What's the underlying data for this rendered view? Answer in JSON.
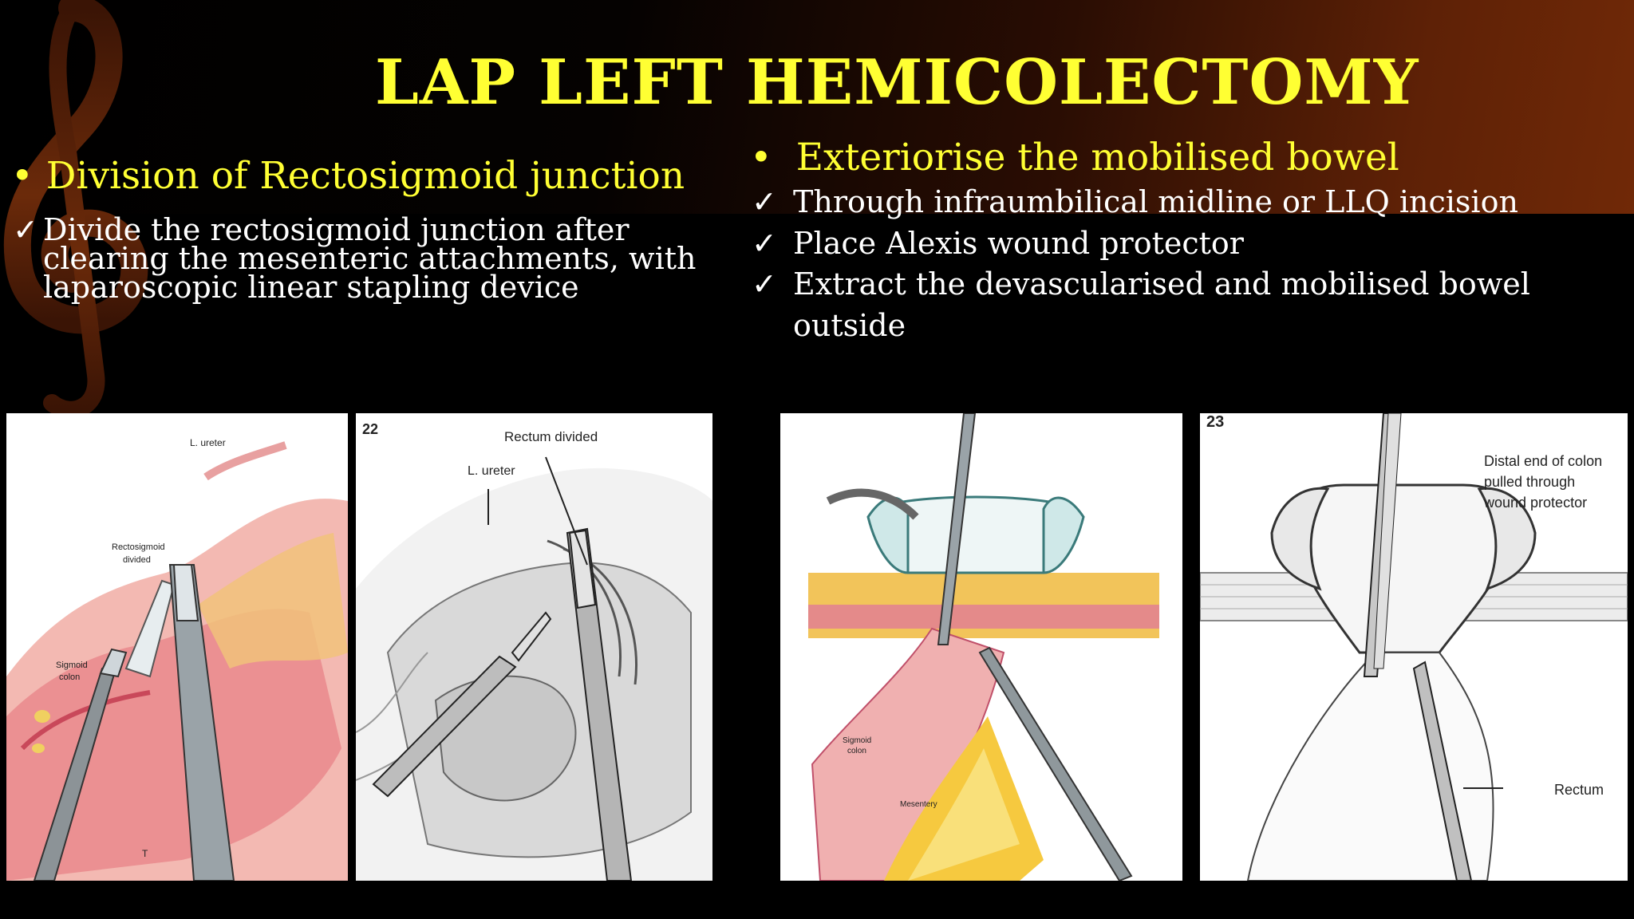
{
  "slide": {
    "title": "LAP LEFT HEMICOLECTOMY",
    "left": {
      "heading": "Division of Rectosigmoid junction",
      "bullet_lines": [
        "Divide the rectosigmoid junction after",
        "clearing the mesenteric attachments, with",
        "laparoscopic linear stapling device"
      ]
    },
    "right": {
      "heading": "Exteriorise the mobilised bowel",
      "bullets": [
        "Through infraumbilical midline or LLQ incision",
        "Place Alexis wound protector",
        "Extract the devascularised and mobilised bowel"
      ],
      "bullet_continuation": "outside"
    },
    "check_glyph": "✓",
    "bullet_glyph": "•"
  },
  "figures": [
    {
      "labels": {
        "ureter": "L. ureter",
        "rectosigmoid": "Rectosigmoid",
        "divided": "divided",
        "sigmoid": "Sigmoid",
        "colon": "colon",
        "mark": "T"
      }
    },
    {
      "number": "22",
      "labels": {
        "rectum": "Rectum divided",
        "ureter": "L. ureter"
      }
    },
    {
      "labels": {
        "sigmoid": "Sigmoid",
        "colon": "colon",
        "mesentery": "Mesentery"
      }
    },
    {
      "number": "23",
      "labels": {
        "distal1": "Distal end of colon",
        "distal2": "pulled through",
        "distal3": "wound protector",
        "rectum": "Rectum"
      }
    }
  ],
  "colors": {
    "title": "#ffff33",
    "heading": "#ffff33",
    "text": "#ffffff",
    "background": "#000000",
    "accent_gradient": "#7a2d08"
  }
}
